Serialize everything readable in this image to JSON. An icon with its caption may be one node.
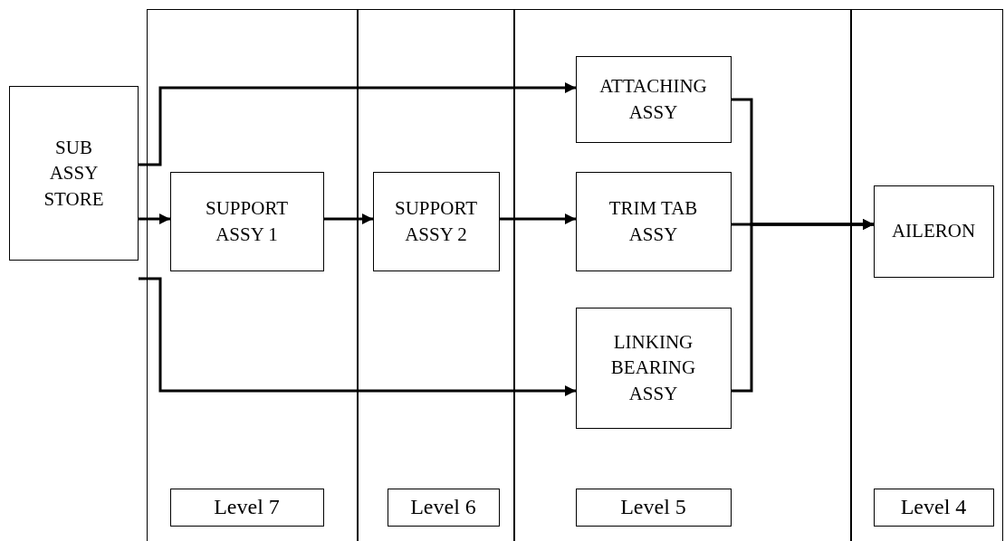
{
  "diagram": {
    "nodes": [
      {
        "text": [
          "SUB ASSY STORE"
        ]
      },
      {
        "text": [],
        "shape": "box"
      },
      {
        "text": [
          "SUPPORT ASSY 1"
        ],
        "in": 1
      },
      {
        "text": [
          "Level 7"
        ],
        "in": 1
      },
      {
        "text": [],
        "shape": "box"
      },
      {
        "text": [
          "SUPPORT ASSY 2"
        ],
        "in": 4
      },
      {
        "text": [
          "Level 6"
        ],
        "in": 4
      },
      {
        "text": [],
        "shape": "box"
      },
      {
        "text": [
          "ATTACHING ASSY"
        ],
        "in": 7
      },
      {
        "text": [
          "TRIM TAB ASSY"
        ],
        "in": 7
      },
      {
        "text": [
          "LINKING BEARING ASSY"
        ],
        "in": 7
      },
      {
        "text": [
          "Level 5"
        ],
        "in": 7
      },
      {
        "text": [],
        "shape": "box"
      },
      {
        "text": [
          "AILERON"
        ],
        "in": 12
      },
      {
        "text": [
          "Level 4"
        ],
        "in": 12
      }
    ],
    "edges": [
      {
        "from": 0,
        "to": 8,
        "arrow": "to"
      },
      {
        "from": 0,
        "to": 2,
        "arrow": "to"
      },
      {
        "from": 0,
        "to": 10,
        "arrow": "to"
      },
      {
        "from": 2,
        "to": 5,
        "arrow": "to"
      },
      {
        "from": 5,
        "to": 9,
        "arrow": "to"
      },
      {
        "from": 8,
        "to": 13,
        "arrow": "to"
      },
      {
        "from": 9,
        "to": 13,
        "arrow": "to"
      },
      {
        "from": 10,
        "to": 13,
        "arrow": "to"
      }
    ]
  }
}
